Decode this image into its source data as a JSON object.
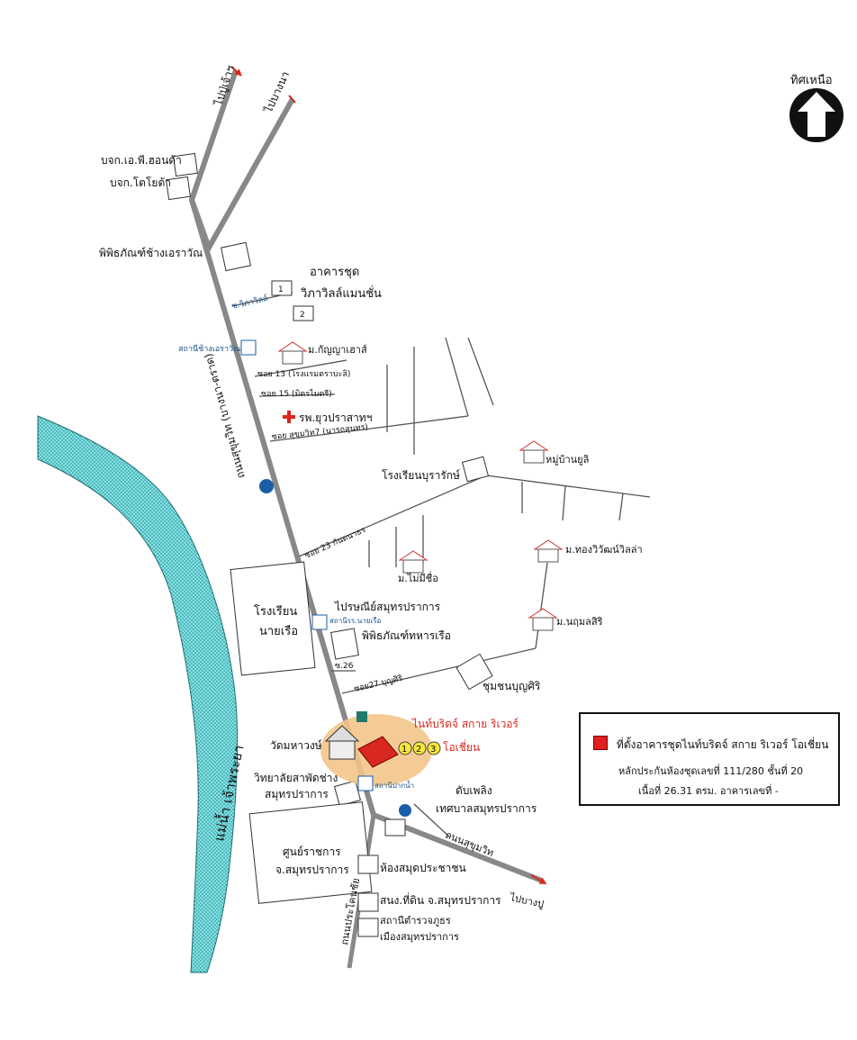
{
  "north": {
    "label": "ทิศเหนือ"
  },
  "legend": {
    "title": "ที่ตั้งอาคารชุดไนท์บริดจ์ สกาย ริเวอร์ โอเชี่ยน",
    "line2": "หลักประกันห้องชุดเลขที่ 111/280 ชั้นที่ 20",
    "line3": "เนื้อที่ 26.31 ตรม. อาคารเลขที่ -"
  },
  "labels": {
    "to_phra_pradaeng_top": "ไปปู่เจ้าฯ",
    "to_bangna": "ไปบางนา",
    "company_1": "บจก.เอ.พี.ฮอนด้า",
    "company_2": "บจก.โตโยต้า",
    "museum_erawan": "พิพิธภัณฑ์ช้างเอราวัณ",
    "condo_title": "อาคารชุด",
    "condo_name": "วิภาวิลล์แมนชั่น",
    "condo_num1": "1",
    "condo_num2": "2",
    "soi_vipawill": "ซ.วิภาวิลล์",
    "bts_erawan": "สถานีช้างเอราวัณ",
    "kanyanard": "ม.กัญญาเฮาส์",
    "soi13": "ซอย 13 (โรงแรมตราบะลิ)",
    "soi15": "ซอย 15 (มิตรไมตรี)",
    "hospital": "รพ.ยุวปราสาทฯ",
    "soi_sukhumvit7": "ซอย สุขุมวิท7 (นารถสุนทร)",
    "road_sukhumvit": "ถนนสุขุมวิท (บางนา-ตราด)",
    "school_burarak": "โรงเรียนบุรารักษ์",
    "village_ubon": "หมู่บ้านยูลิ",
    "soi23": "ซอย 23 กันตนาธร",
    "village_maimeechue": "ม.ไม่มีชื่อ",
    "village_thongwiwat": "ม.ทองวิวัฒน์วิลล่า",
    "river_label": "แม่น้ำ เจ้าพระยา",
    "school_naval_1": "โรงเรียน",
    "school_naval_2": "นายเรือ",
    "post_office": "ไปรษณีย์สมุทรปราการ",
    "bts_naval": "สถานีรร.นายเรือ",
    "museum_naval": "พิพิธภัณฑ์ทหารเรือ",
    "village_nathong": "ม.นฤมลสิริ",
    "soi_26": "ซ.26",
    "soi27": "ซอย27 บุญศิริ",
    "community_bunsiri": "ชุมชนบุญศิริ",
    "project_name": "ไนท์บริดจ์ สกาย ริเวอร์",
    "project_ocean": "โอเชี่ยน",
    "tower1": "1",
    "tower2": "2",
    "tower3": "3",
    "temple": "วัดมหาวงษ์",
    "college_1": "วิทยาลัยสาพัดช่าง",
    "college_2": "สมุทรปราการ",
    "bts_paknam": "สถานีปากน้ำ",
    "fire_1": "ดับเพลิง",
    "fire_2": "เทศบาลสมุทรปราการ",
    "gov_center_1": "ศูนย์ราชการ",
    "gov_center_2": "จ.สมุทรปราการ",
    "road_sukhumvit_s": "ถนนสุขุมวิท",
    "library": "ห้องสมุดประชาชน",
    "land_office": "สนง.ที่ดิน จ.สมุทรปราการ",
    "police_1": "สถานีตำรวจภูธร",
    "police_2": "เมืองสมุทรปราการ",
    "road_prakong": "ถนนประโคนชัย",
    "to_bangpu": "ไปบางปู"
  },
  "colors": {
    "river": "#7fe3e6",
    "road": "#8a8a8a",
    "project_highlight": "#f3c58a",
    "project_block": "#d8281f",
    "tower_badge": "#f5e73a",
    "bts_icon": "#1a5ea8"
  }
}
